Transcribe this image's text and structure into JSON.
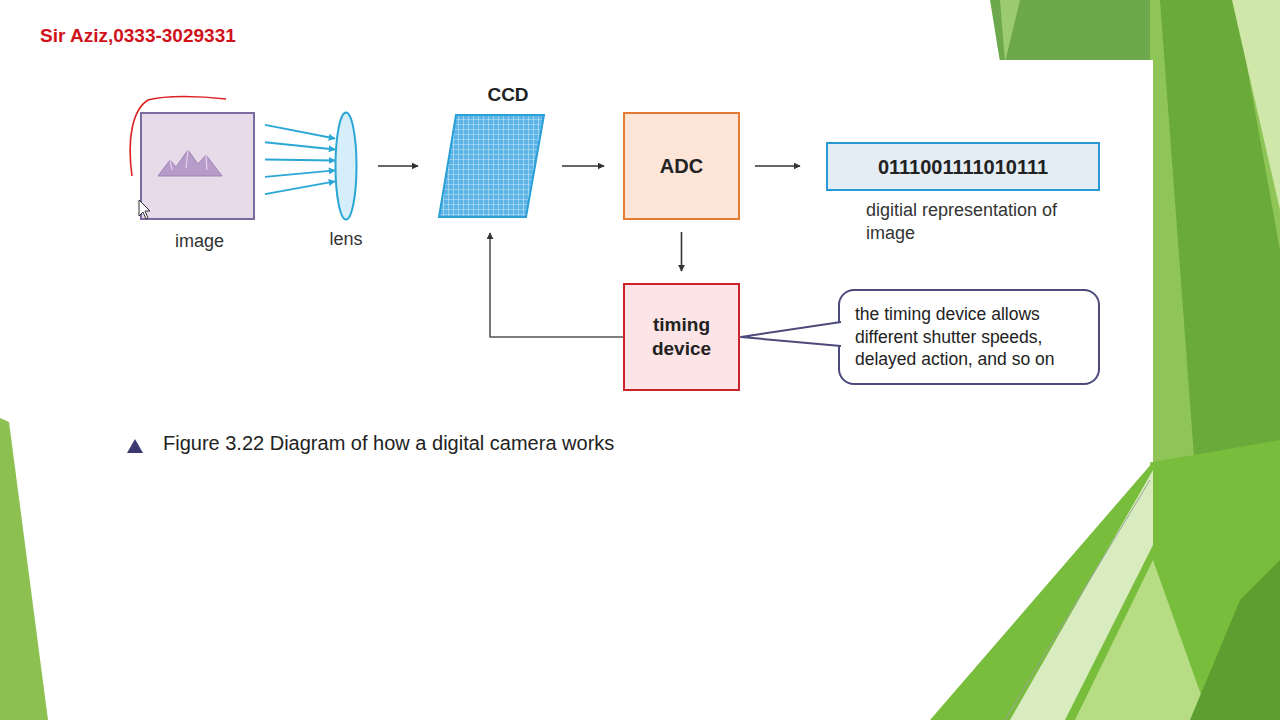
{
  "diagram": {
    "caption": "Figure 3.22 Diagram of how a digital camera works",
    "nodes": [
      {
        "text": [
          "image"
        ]
      },
      {
        "text": [
          "lens"
        ]
      },
      {
        "text": [
          "CCD"
        ]
      },
      {
        "text": [
          "ADC"
        ]
      },
      {
        "text": [
          "0111001111010111",
          "digitial representation of image"
        ]
      },
      {
        "text": [
          "timing device"
        ]
      },
      {
        "text": [
          "the timing device allows different shutter speeds, delayed action, and so on"
        ]
      }
    ],
    "edges": [
      {
        "from": 0,
        "to": 1,
        "arrow": "to"
      },
      {
        "from": 1,
        "to": 2,
        "arrow": "to"
      },
      {
        "from": 2,
        "to": 3,
        "arrow": "to"
      },
      {
        "from": 3,
        "to": 4,
        "arrow": "to"
      },
      {
        "from": 3,
        "to": 5,
        "arrow": "to"
      },
      {
        "from": 5,
        "to": 2,
        "arrow": "to"
      },
      {
        "from": 6,
        "to": 5,
        "arrow": "none"
      }
    ],
    "labels": [
      "Sir Aziz,0333-3029331"
    ]
  }
}
